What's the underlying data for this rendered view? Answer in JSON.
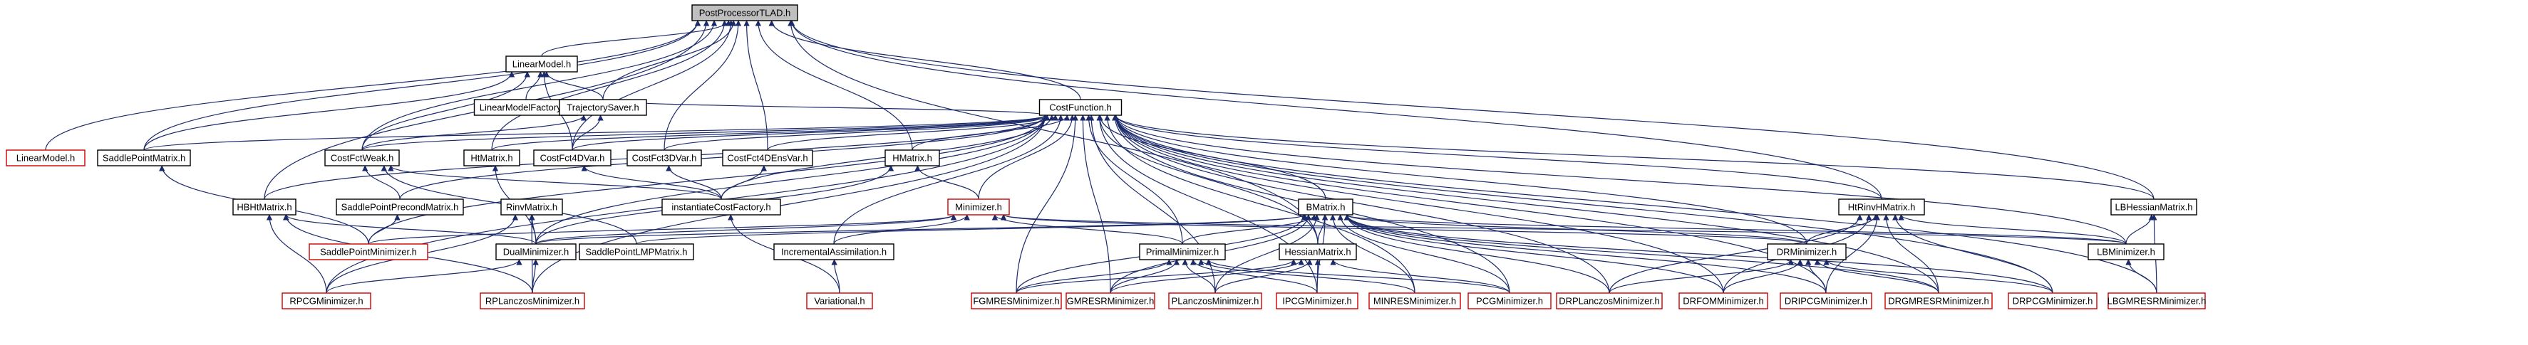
{
  "nodes": [
    {
      "id": "post",
      "label": "PostProcessorTLAD.h",
      "kind": "root"
    },
    {
      "id": "linearmodel",
      "label": "LinearModel.h",
      "kind": "black"
    },
    {
      "id": "lmfactory",
      "label": "LinearModelFactory.cc",
      "kind": "black"
    },
    {
      "id": "trajsaver",
      "label": "TrajectorySaver.h",
      "kind": "black"
    },
    {
      "id": "costfunction",
      "label": "CostFunction.h",
      "kind": "black"
    },
    {
      "id": "linearmodel_red",
      "label": "LinearModel.h",
      "kind": "red"
    },
    {
      "id": "spmatrix",
      "label": "SaddlePointMatrix.h",
      "kind": "black"
    },
    {
      "id": "costfctweak",
      "label": "CostFctWeak.h",
      "kind": "black"
    },
    {
      "id": "htmatrix",
      "label": "HtMatrix.h",
      "kind": "black"
    },
    {
      "id": "costfct4dvar",
      "label": "CostFct4DVar.h",
      "kind": "black"
    },
    {
      "id": "costfct3dvar",
      "label": "CostFct3DVar.h",
      "kind": "black"
    },
    {
      "id": "costfct4densvar",
      "label": "CostFct4DEnsVar.h",
      "kind": "black"
    },
    {
      "id": "hmatrix",
      "label": "HMatrix.h",
      "kind": "black"
    },
    {
      "id": "lbhessian",
      "label": "LBHessianMatrix.h",
      "kind": "black"
    },
    {
      "id": "hbhtmatrix",
      "label": "HBHtMatrix.h",
      "kind": "black"
    },
    {
      "id": "sppcmatrix",
      "label": "SaddlePointPrecondMatrix.h",
      "kind": "black"
    },
    {
      "id": "rinvmatrix",
      "label": "RinvMatrix.h",
      "kind": "black"
    },
    {
      "id": "instcostfactory",
      "label": "instantiateCostFactory.h",
      "kind": "black"
    },
    {
      "id": "minimizer",
      "label": "Minimizer.h",
      "kind": "red"
    },
    {
      "id": "bmatrix",
      "label": "BMatrix.h",
      "kind": "black"
    },
    {
      "id": "htrinvh",
      "label": "HtRinvHMatrix.h",
      "kind": "black"
    },
    {
      "id": "spminimizer",
      "label": "SaddlePointMinimizer.h",
      "kind": "red"
    },
    {
      "id": "dualminimizer",
      "label": "DualMinimizer.h",
      "kind": "black"
    },
    {
      "id": "splmpmatrix",
      "label": "SaddlePointLMPMatrix.h",
      "kind": "black"
    },
    {
      "id": "incassim",
      "label": "IncrementalAssimilation.h",
      "kind": "black"
    },
    {
      "id": "primalmin",
      "label": "PrimalMinimizer.h",
      "kind": "black"
    },
    {
      "id": "hessian",
      "label": "HessianMatrix.h",
      "kind": "black"
    },
    {
      "id": "drminimizer",
      "label": "DRMinimizer.h",
      "kind": "black"
    },
    {
      "id": "lbminimizer",
      "label": "LBMinimizer.h",
      "kind": "black"
    },
    {
      "id": "rpcg",
      "label": "RPCGMinimizer.h",
      "kind": "red"
    },
    {
      "id": "rplanczos",
      "label": "RPLanczosMinimizer.h",
      "kind": "red"
    },
    {
      "id": "variational",
      "label": "Variational.h",
      "kind": "red"
    },
    {
      "id": "fgmres",
      "label": "FGMRESMinimizer.h",
      "kind": "red"
    },
    {
      "id": "gmresr",
      "label": "GMRESRMinimizer.h",
      "kind": "red"
    },
    {
      "id": "planczos",
      "label": "PLanczosMinimizer.h",
      "kind": "red"
    },
    {
      "id": "ipcg",
      "label": "IPCGMinimizer.h",
      "kind": "red"
    },
    {
      "id": "minres",
      "label": "MINRESMinimizer.h",
      "kind": "red"
    },
    {
      "id": "pcg",
      "label": "PCGMinimizer.h",
      "kind": "red"
    },
    {
      "id": "drplanczos",
      "label": "DRPLanczosMinimizer.h",
      "kind": "red"
    },
    {
      "id": "drfom",
      "label": "DRFOMMinimizer.h",
      "kind": "red"
    },
    {
      "id": "dripcg",
      "label": "DRIPCGMinimizer.h",
      "kind": "red"
    },
    {
      "id": "drgmresr",
      "label": "DRGMRESRMinimizer.h",
      "kind": "red"
    },
    {
      "id": "drpcg",
      "label": "DRPCGMinimizer.h",
      "kind": "red"
    },
    {
      "id": "lbgmresr",
      "label": "LBGMRESRMinimizer.h",
      "kind": "red"
    }
  ],
  "edges": [
    [
      "linearmodel",
      "post"
    ],
    [
      "linearmodel_red",
      "post"
    ],
    [
      "spmatrix",
      "post"
    ],
    [
      "costfctweak",
      "post"
    ],
    [
      "htmatrix",
      "post"
    ],
    [
      "trajsaver",
      "post"
    ],
    [
      "costfunction",
      "post"
    ],
    [
      "costfct4dvar",
      "post"
    ],
    [
      "costfct3dvar",
      "post"
    ],
    [
      "costfct4densvar",
      "post"
    ],
    [
      "hmatrix",
      "post"
    ],
    [
      "hbhtmatrix",
      "post"
    ],
    [
      "hessian",
      "post"
    ],
    [
      "htrinvh",
      "post"
    ],
    [
      "lbhessian",
      "post"
    ],
    [
      "lmfactory",
      "linearmodel"
    ],
    [
      "trajsaver",
      "linearmodel"
    ],
    [
      "costfctweak",
      "linearmodel"
    ],
    [
      "costfct4dvar",
      "linearmodel"
    ],
    [
      "spmatrix",
      "linearmodel"
    ],
    [
      "costfct4dvar",
      "trajsaver"
    ],
    [
      "costfctweak",
      "trajsaver"
    ],
    [
      "trajsaver",
      "costfunction"
    ],
    [
      "spmatrix",
      "costfunction"
    ],
    [
      "costfctweak",
      "costfunction"
    ],
    [
      "htmatrix",
      "costfunction"
    ],
    [
      "costfct4dvar",
      "costfunction"
    ],
    [
      "costfct3dvar",
      "costfunction"
    ],
    [
      "costfct4densvar",
      "costfunction"
    ],
    [
      "hmatrix",
      "costfunction"
    ],
    [
      "hbhtmatrix",
      "costfunction"
    ],
    [
      "sppcmatrix",
      "costfunction"
    ],
    [
      "instcostfactory",
      "costfunction"
    ],
    [
      "minimizer",
      "costfunction"
    ],
    [
      "bmatrix",
      "costfunction"
    ],
    [
      "htrinvh",
      "costfunction"
    ],
    [
      "lbhessian",
      "costfunction"
    ],
    [
      "dualminimizer",
      "costfunction"
    ],
    [
      "incassim",
      "costfunction"
    ],
    [
      "primalmin",
      "costfunction"
    ],
    [
      "hessian",
      "costfunction"
    ],
    [
      "drminimizer",
      "costfunction"
    ],
    [
      "lbminimizer",
      "costfunction"
    ],
    [
      "rpcg",
      "costfunction"
    ],
    [
      "rplanczos",
      "costfunction"
    ],
    [
      "fgmres",
      "costfunction"
    ],
    [
      "gmresr",
      "costfunction"
    ],
    [
      "planczos",
      "costfunction"
    ],
    [
      "ipcg",
      "costfunction"
    ],
    [
      "minres",
      "costfunction"
    ],
    [
      "pcg",
      "costfunction"
    ],
    [
      "drplanczos",
      "costfunction"
    ],
    [
      "drfom",
      "costfunction"
    ],
    [
      "dripcg",
      "costfunction"
    ],
    [
      "drgmresr",
      "costfunction"
    ],
    [
      "drpcg",
      "costfunction"
    ],
    [
      "lbgmresr",
      "costfunction"
    ],
    [
      "spminimizer",
      "costfunction"
    ],
    [
      "splmpmatrix",
      "costfctweak"
    ],
    [
      "instcostfactory",
      "costfctweak"
    ],
    [
      "sppcmatrix",
      "costfctweak"
    ],
    [
      "dualminimizer",
      "htmatrix"
    ],
    [
      "instcostfactory",
      "costfct4dvar"
    ],
    [
      "instcostfactory",
      "costfct3dvar"
    ],
    [
      "instcostfactory",
      "costfct4densvar"
    ],
    [
      "dualminimizer",
      "hmatrix"
    ],
    [
      "minimizer",
      "hmatrix"
    ],
    [
      "lbminimizer",
      "lbhessian"
    ],
    [
      "lbgmresr",
      "lbhessian"
    ],
    [
      "spminimizer",
      "spmatrix"
    ],
    [
      "rpcg",
      "hbhtmatrix"
    ],
    [
      "rplanczos",
      "hbhtmatrix"
    ],
    [
      "dualminimizer",
      "hbhtmatrix"
    ],
    [
      "spminimizer",
      "sppcmatrix"
    ],
    [
      "dualminimizer",
      "rinvmatrix"
    ],
    [
      "rpcg",
      "rinvmatrix"
    ],
    [
      "rplanczos",
      "rinvmatrix"
    ],
    [
      "variational",
      "instcostfactory"
    ],
    [
      "dualminimizer",
      "minimizer"
    ],
    [
      "incassim",
      "minimizer"
    ],
    [
      "primalmin",
      "minimizer"
    ],
    [
      "spminimizer",
      "minimizer"
    ],
    [
      "drminimizer",
      "minimizer"
    ],
    [
      "lbminimizer",
      "minimizer"
    ],
    [
      "dualminimizer",
      "bmatrix"
    ],
    [
      "splmpmatrix",
      "bmatrix"
    ],
    [
      "primalmin",
      "bmatrix"
    ],
    [
      "hessian",
      "bmatrix"
    ],
    [
      "drminimizer",
      "bmatrix"
    ],
    [
      "lbminimizer",
      "bmatrix"
    ],
    [
      "fgmres",
      "bmatrix"
    ],
    [
      "gmresr",
      "bmatrix"
    ],
    [
      "planczos",
      "bmatrix"
    ],
    [
      "ipcg",
      "bmatrix"
    ],
    [
      "minres",
      "bmatrix"
    ],
    [
      "pcg",
      "bmatrix"
    ],
    [
      "drplanczos",
      "bmatrix"
    ],
    [
      "drfom",
      "bmatrix"
    ],
    [
      "dripcg",
      "bmatrix"
    ],
    [
      "drgmresr",
      "bmatrix"
    ],
    [
      "drpcg",
      "bmatrix"
    ],
    [
      "drminimizer",
      "htrinvh"
    ],
    [
      "lbminimizer",
      "htrinvh"
    ],
    [
      "drplanczos",
      "htrinvh"
    ],
    [
      "drfom",
      "htrinvh"
    ],
    [
      "dripcg",
      "htrinvh"
    ],
    [
      "drgmresr",
      "htrinvh"
    ],
    [
      "drpcg",
      "htrinvh"
    ],
    [
      "rpcg",
      "dualminimizer"
    ],
    [
      "rplanczos",
      "dualminimizer"
    ],
    [
      "variational",
      "incassim"
    ],
    [
      "fgmres",
      "primalmin"
    ],
    [
      "gmresr",
      "primalmin"
    ],
    [
      "planczos",
      "primalmin"
    ],
    [
      "ipcg",
      "primalmin"
    ],
    [
      "minres",
      "primalmin"
    ],
    [
      "pcg",
      "primalmin"
    ],
    [
      "fgmres",
      "hessian"
    ],
    [
      "gmresr",
      "hessian"
    ],
    [
      "planczos",
      "hessian"
    ],
    [
      "ipcg",
      "hessian"
    ],
    [
      "pcg",
      "hessian"
    ],
    [
      "drplanczos",
      "drminimizer"
    ],
    [
      "drfom",
      "drminimizer"
    ],
    [
      "dripcg",
      "drminimizer"
    ],
    [
      "drgmresr",
      "drminimizer"
    ],
    [
      "drpcg",
      "drminimizer"
    ],
    [
      "lbgmresr",
      "lbminimizer"
    ]
  ]
}
